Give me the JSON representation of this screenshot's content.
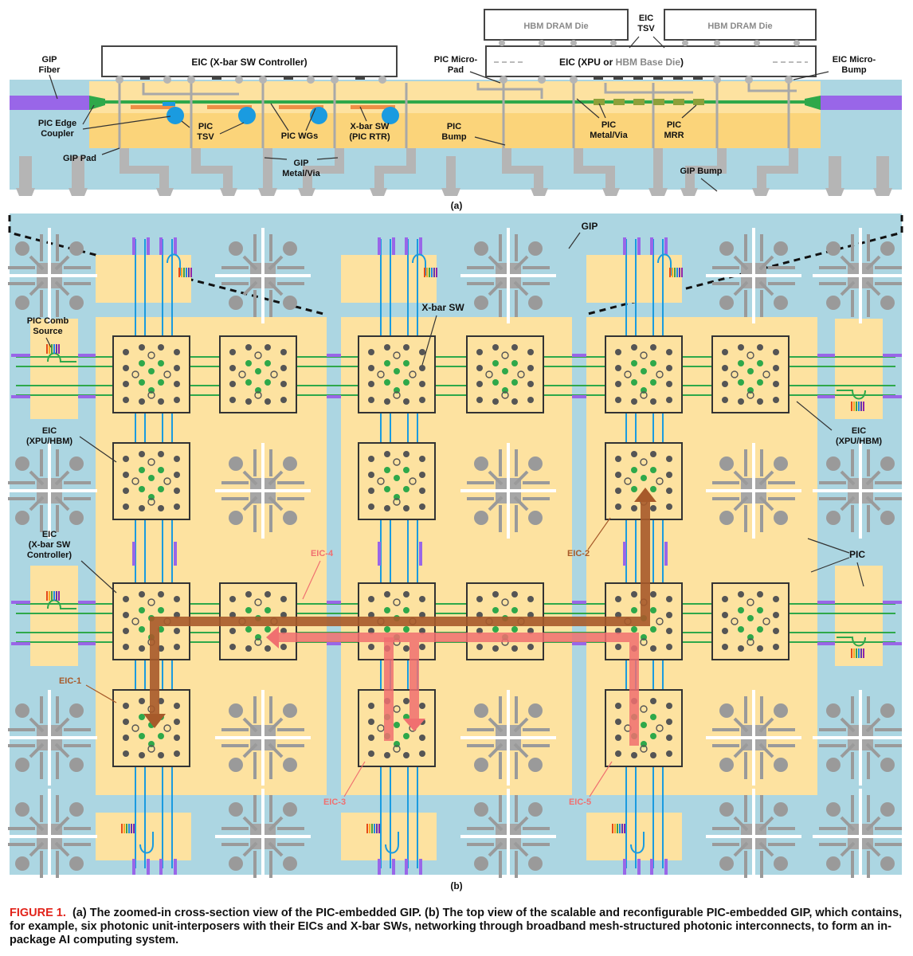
{
  "colors": {
    "gip": "#acd6e2",
    "pic": "#fde2a0",
    "pic_dark": "#fbd47a",
    "waveguide": "#2ea84a",
    "tsv_blue": "#1a9be0",
    "fiber": "#9966e8",
    "metal": "#9a9a9a",
    "eic_outline": "#444444",
    "path_dark": "#a75a2a",
    "path_light": "#f07070",
    "caption_red": "#e2231a"
  },
  "part_a": {
    "panel_label": "(a)",
    "eic_controller": "EIC (X-bar SW Controller)",
    "eic_xpu_prefix": "EIC (XPU or ",
    "eic_xpu_highlight": "HBM Base Die",
    "eic_xpu_suffix": ")",
    "hbm_die_1": "HBM DRAM Die",
    "hbm_die_2": "HBM DRAM Die",
    "eic_tsv": [
      "EIC",
      "TSV"
    ],
    "gip_fiber": [
      "GIP",
      "Fiber"
    ],
    "pic_micro_pad": [
      "PIC Micro-",
      "Pad"
    ],
    "eic_micro_bump": [
      "EIC Micro-",
      "Bump"
    ],
    "pic_edge_coupler": [
      "PIC Edge",
      "Coupler"
    ],
    "pic_tsv": [
      "PIC",
      "TSV"
    ],
    "pic_wgs": "PIC WGs",
    "xbar_sw": [
      "X-bar SW",
      "(PIC RTR)"
    ],
    "pic_bump": [
      "PIC",
      "Bump"
    ],
    "pic_metal_via": [
      "PIC",
      "Metal/Via"
    ],
    "pic_mrr": [
      "PIC",
      "MRR"
    ],
    "gip_pad": "GIP Pad",
    "gip_metal_via": [
      "GIP",
      "Metal/Via"
    ],
    "gip_bump": "GIP Bump"
  },
  "part_b": {
    "panel_label": "(b)",
    "gip": "GIP",
    "xbar_sw": "X-bar SW",
    "pic_comb_source": [
      "PIC Comb",
      "Source"
    ],
    "eic_xpu_left": [
      "EIC",
      "(XPU/HBM)"
    ],
    "eic_xpu_right": [
      "EIC",
      "(XPU/HBM)"
    ],
    "eic_controller": [
      "EIC",
      "(X-bar SW",
      "Controller)"
    ],
    "pic": "PIC",
    "eic_1": "EIC-1",
    "eic_2": "EIC-2",
    "eic_3": "EIC-3",
    "eic_4": "EIC-4",
    "eic_5": "EIC-5"
  },
  "caption": {
    "figure_label": "FIGURE 1.",
    "text": "(a) The zoomed-in cross-section view of the PIC-embedded GIP. (b) The top view of the scalable and reconfigurable PIC-embedded GIP, which contains, for example, six photonic unit-interposers with their EICs and X-bar SWs, networking through broadband mesh-structured photonic interconnects, to form an in-package AI computing system."
  }
}
